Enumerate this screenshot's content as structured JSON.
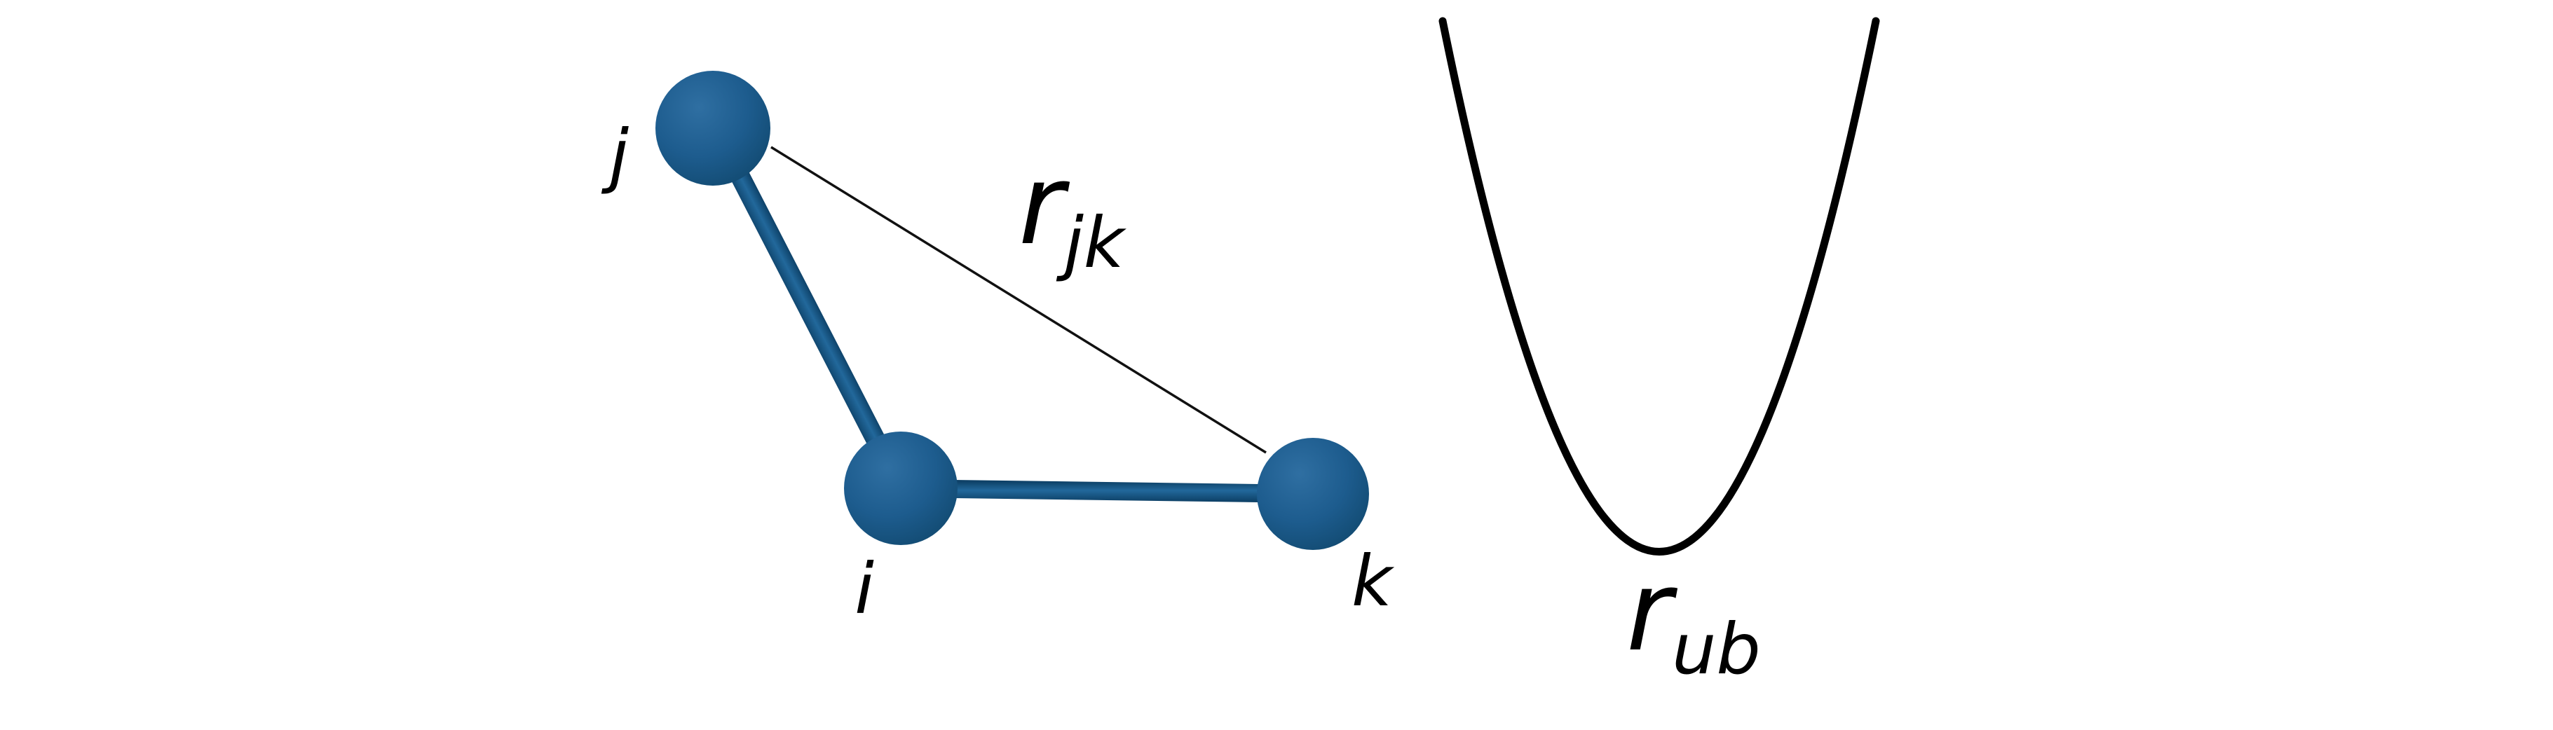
{
  "colors": {
    "background": "#ffffff",
    "atom_highlight": "#2f6fa2",
    "atom_base": "#1d5c8e",
    "atom_edge": "#11496f",
    "bond_center": "#22689b",
    "bond_edge": "#0d4066",
    "thin_line": "#111111",
    "curve": "#000000",
    "text": "#000000"
  },
  "molecule": {
    "atoms": [
      {
        "id": "j",
        "label": "j"
      },
      {
        "id": "i",
        "label": "i"
      },
      {
        "id": "k",
        "label": "k"
      }
    ],
    "bonds": [
      {
        "from": "j",
        "to": "i"
      },
      {
        "from": "i",
        "to": "k"
      }
    ],
    "distance_line": {
      "from": "j",
      "to": "k",
      "label_base": "r",
      "label_sub": "jk"
    }
  },
  "potential": {
    "shape": "harmonic-parabola",
    "minimum_label_base": "r",
    "minimum_label_sub": "ub"
  }
}
